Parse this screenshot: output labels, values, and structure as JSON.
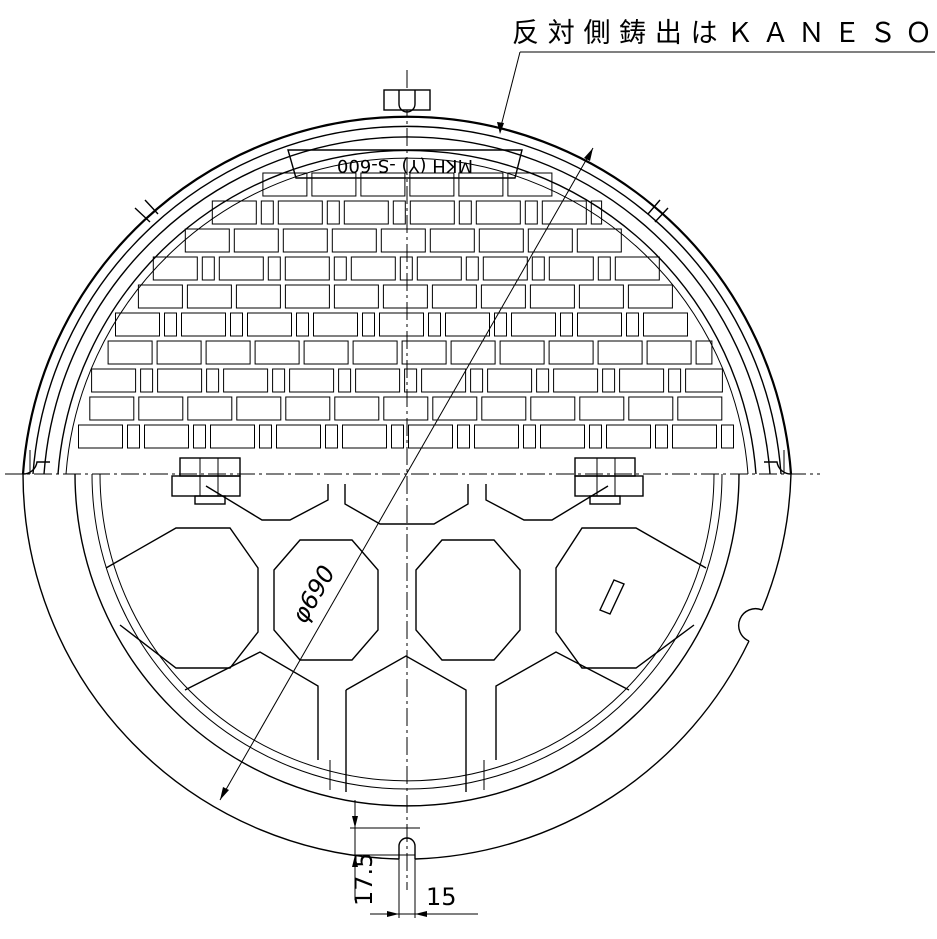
{
  "drawing": {
    "note_text": "反対側鋳出はＫＡＮＥＳＯ",
    "cast_marking": "MKH (Y) -S-600",
    "diameter_label": "φ690",
    "dim_notch_depth": "17.5",
    "dim_notch_width": "15"
  }
}
